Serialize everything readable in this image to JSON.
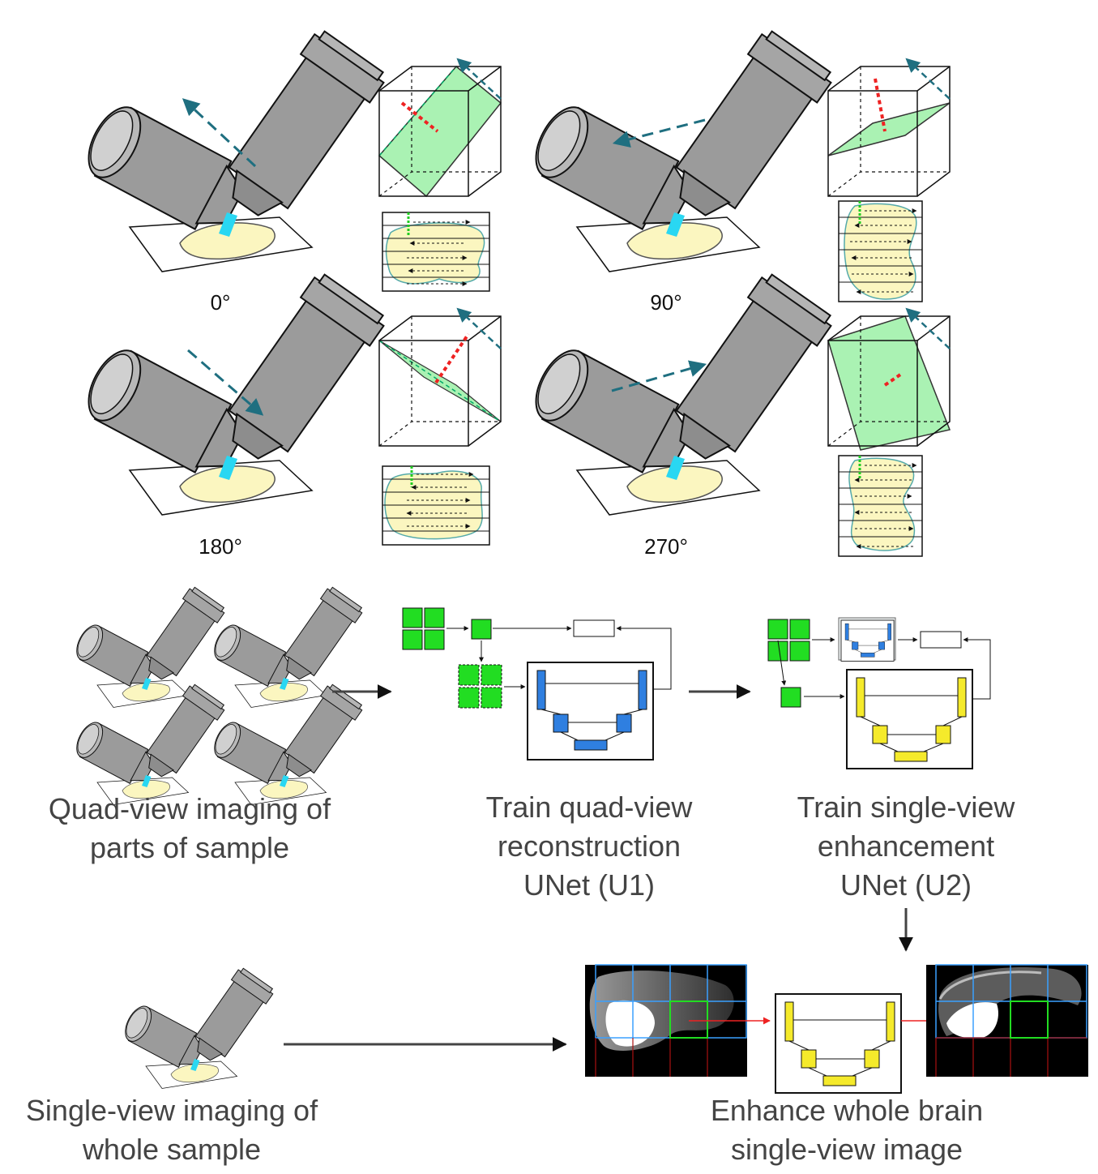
{
  "angles": [
    "0°",
    "90°",
    "180°",
    "270°"
  ],
  "captions": {
    "quad_view": [
      "Quad-view imaging of",
      "parts of sample"
    ],
    "train_u1": [
      "Train quad-view",
      "reconstruction",
      "UNet (U1)"
    ],
    "train_u2": [
      "Train single-view",
      "enhancement",
      "UNet (U2)"
    ],
    "single_view": [
      "Single-view imaging of",
      "whole sample"
    ],
    "enhance": [
      "Enhance whole brain",
      "single-view image"
    ]
  },
  "colors": {
    "objective_gray": "#9b9b9b",
    "sample_yellow": "#fbf6c0",
    "light_sheet_cyan": "#29d7f2",
    "plane_green": "#9cf0a6",
    "tile_green": "#22dd22",
    "unet_blue": "#2f7fe0",
    "unet_yellow": "#f5ea2b",
    "arrow_teal": "#1f6f80",
    "axis_red": "#ee2222",
    "grid_blue": "#3aa0ff",
    "grid_red": "#aa1111"
  }
}
